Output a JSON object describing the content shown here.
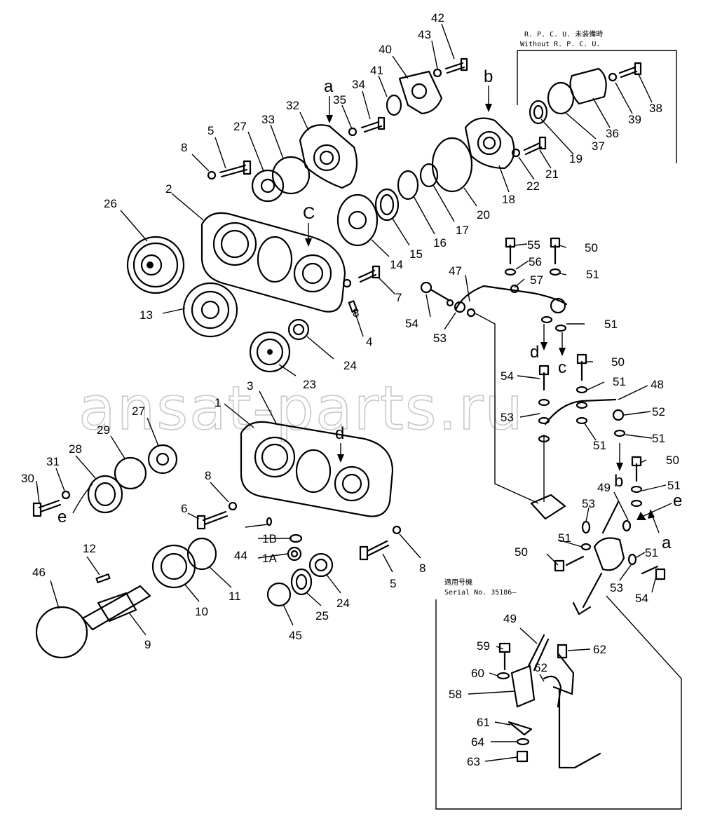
{
  "watermark": "ansat-parts.ru",
  "boxes": {
    "rpcu": {
      "line1": "R. P. C. U. 未装備時",
      "line2": "Without R. P. C. U."
    },
    "serial": {
      "line1": "適用号機",
      "line2": "Serial No. 35186—"
    }
  },
  "letters": [
    "a",
    "b",
    "C",
    "d",
    "d",
    "c",
    "b",
    "e",
    "e",
    "a"
  ],
  "callouts": [
    "42",
    "43",
    "40",
    "41",
    "34",
    "35",
    "32",
    "33",
    "27",
    "5",
    "8",
    "2",
    "26",
    "C",
    "13",
    "8",
    "7",
    "4",
    "23",
    "24",
    "14",
    "15",
    "16",
    "17",
    "20",
    "18",
    "22",
    "21",
    "19",
    "37",
    "36",
    "39",
    "38",
    "55",
    "56",
    "50",
    "51",
    "57",
    "51",
    "47",
    "54",
    "53",
    "54",
    "51",
    "50",
    "48",
    "52",
    "53",
    "51",
    "51",
    "50",
    "51",
    "49",
    "53",
    "51",
    "50",
    "51",
    "54",
    "53",
    "3",
    "1",
    "27",
    "29",
    "28",
    "31",
    "30",
    "6",
    "8",
    "1B",
    "1A",
    "44",
    "5",
    "8",
    "12",
    "9",
    "46",
    "10",
    "11",
    "45",
    "25",
    "24",
    "49",
    "59",
    "62",
    "60",
    "58",
    "62",
    "61",
    "64",
    "63"
  ]
}
